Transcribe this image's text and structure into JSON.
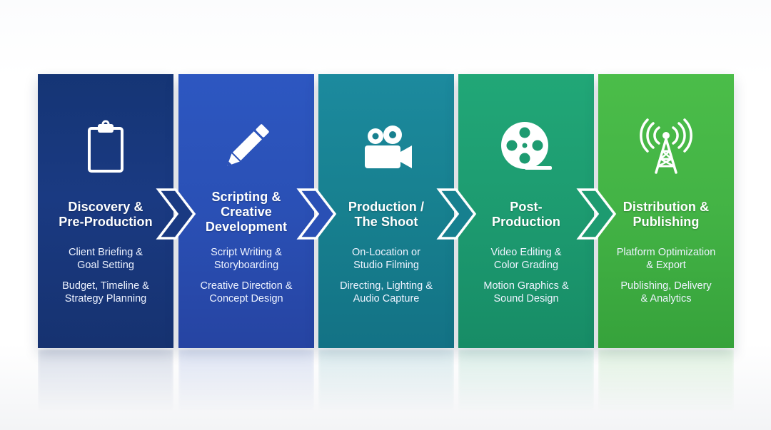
{
  "stages": [
    {
      "id": "discovery",
      "icon": "clipboard-icon",
      "title_lines": [
        "Discovery &",
        "Pre-Production"
      ],
      "items": [
        [
          "Client Briefing &",
          "Goal Setting"
        ],
        [
          "Budget, Timeline &",
          "Strategy Planning"
        ]
      ]
    },
    {
      "id": "scripting",
      "icon": "pencil-icon",
      "title_lines": [
        "Scripting &",
        "Creative",
        "Development"
      ],
      "items": [
        [
          "Script Writing &",
          "Storyboarding"
        ],
        [
          "Creative Direction &",
          "Concept Design"
        ]
      ]
    },
    {
      "id": "production",
      "icon": "video-camera-icon",
      "title_lines": [
        "Production /",
        "The Shoot"
      ],
      "items": [
        [
          "On-Location or",
          "Studio Filming"
        ],
        [
          "Directing, Lighting &",
          "Audio Capture"
        ]
      ]
    },
    {
      "id": "post-production",
      "icon": "film-reel-icon",
      "title_lines": [
        "Post-",
        "Production"
      ],
      "items": [
        [
          "Video Editing &",
          "Color Grading"
        ],
        [
          "Motion Graphics &",
          "Sound Design"
        ]
      ]
    },
    {
      "id": "distribution",
      "icon": "broadcast-tower-icon",
      "title_lines": [
        "Distribution &",
        "Publishing"
      ],
      "items": [
        [
          "Platform Optimization",
          "& Export"
        ],
        [
          "Publishing, Delivery",
          "& Analytics"
        ]
      ]
    }
  ],
  "colors": {
    "stage_1": "#1a3a82",
    "stage_2": "#2a50b5",
    "stage_3": "#17808f",
    "stage_4": "#1d9b70",
    "stage_5": "#43b345",
    "connector": "#ffffff"
  }
}
